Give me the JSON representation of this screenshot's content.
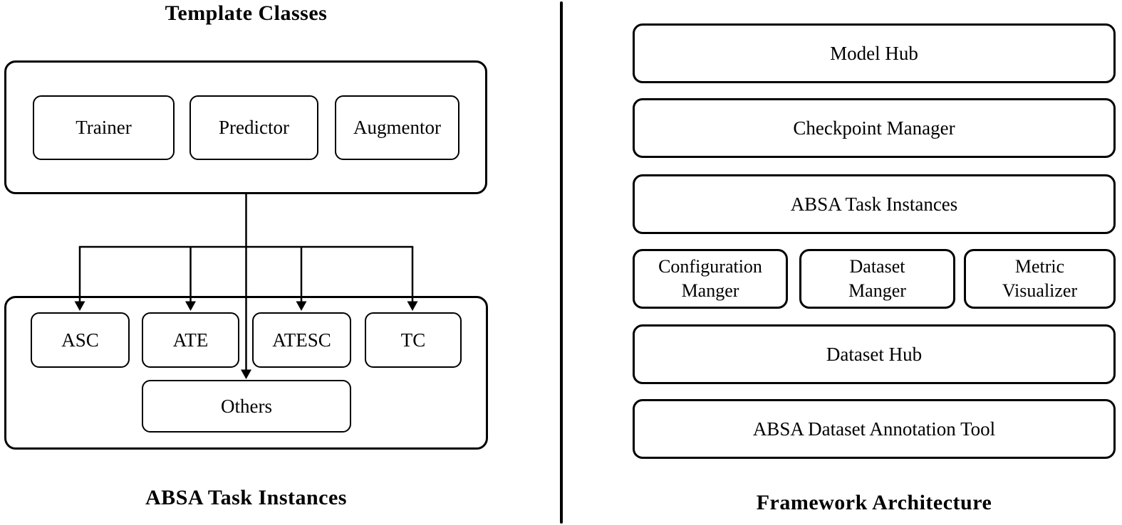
{
  "left_panel": {
    "title": "Template Classes",
    "caption": "ABSA Task Instances",
    "template_classes": [
      {
        "label": "Trainer"
      },
      {
        "label": "Predictor"
      },
      {
        "label": "Augmentor"
      }
    ],
    "tasks": [
      {
        "label": "ASC"
      },
      {
        "label": "ATE"
      },
      {
        "label": "ATESC"
      },
      {
        "label": "TC"
      }
    ],
    "others": {
      "label": "Others"
    }
  },
  "right_panel": {
    "caption": "Framework Architecture",
    "layers": [
      {
        "label": "Model Hub"
      },
      {
        "label": "Checkpoint Manager"
      },
      {
        "label": "ABSA Task Instances"
      },
      {
        "label": "Dataset Hub"
      },
      {
        "label": "ABSA Dataset Annotation Tool"
      }
    ],
    "managers": [
      {
        "label": "Configuration\nManger"
      },
      {
        "label": "Dataset\nManger"
      },
      {
        "label": "Metric\nVisualizer"
      }
    ]
  },
  "colors": {
    "stroke": "#000000",
    "background": "#ffffff"
  }
}
